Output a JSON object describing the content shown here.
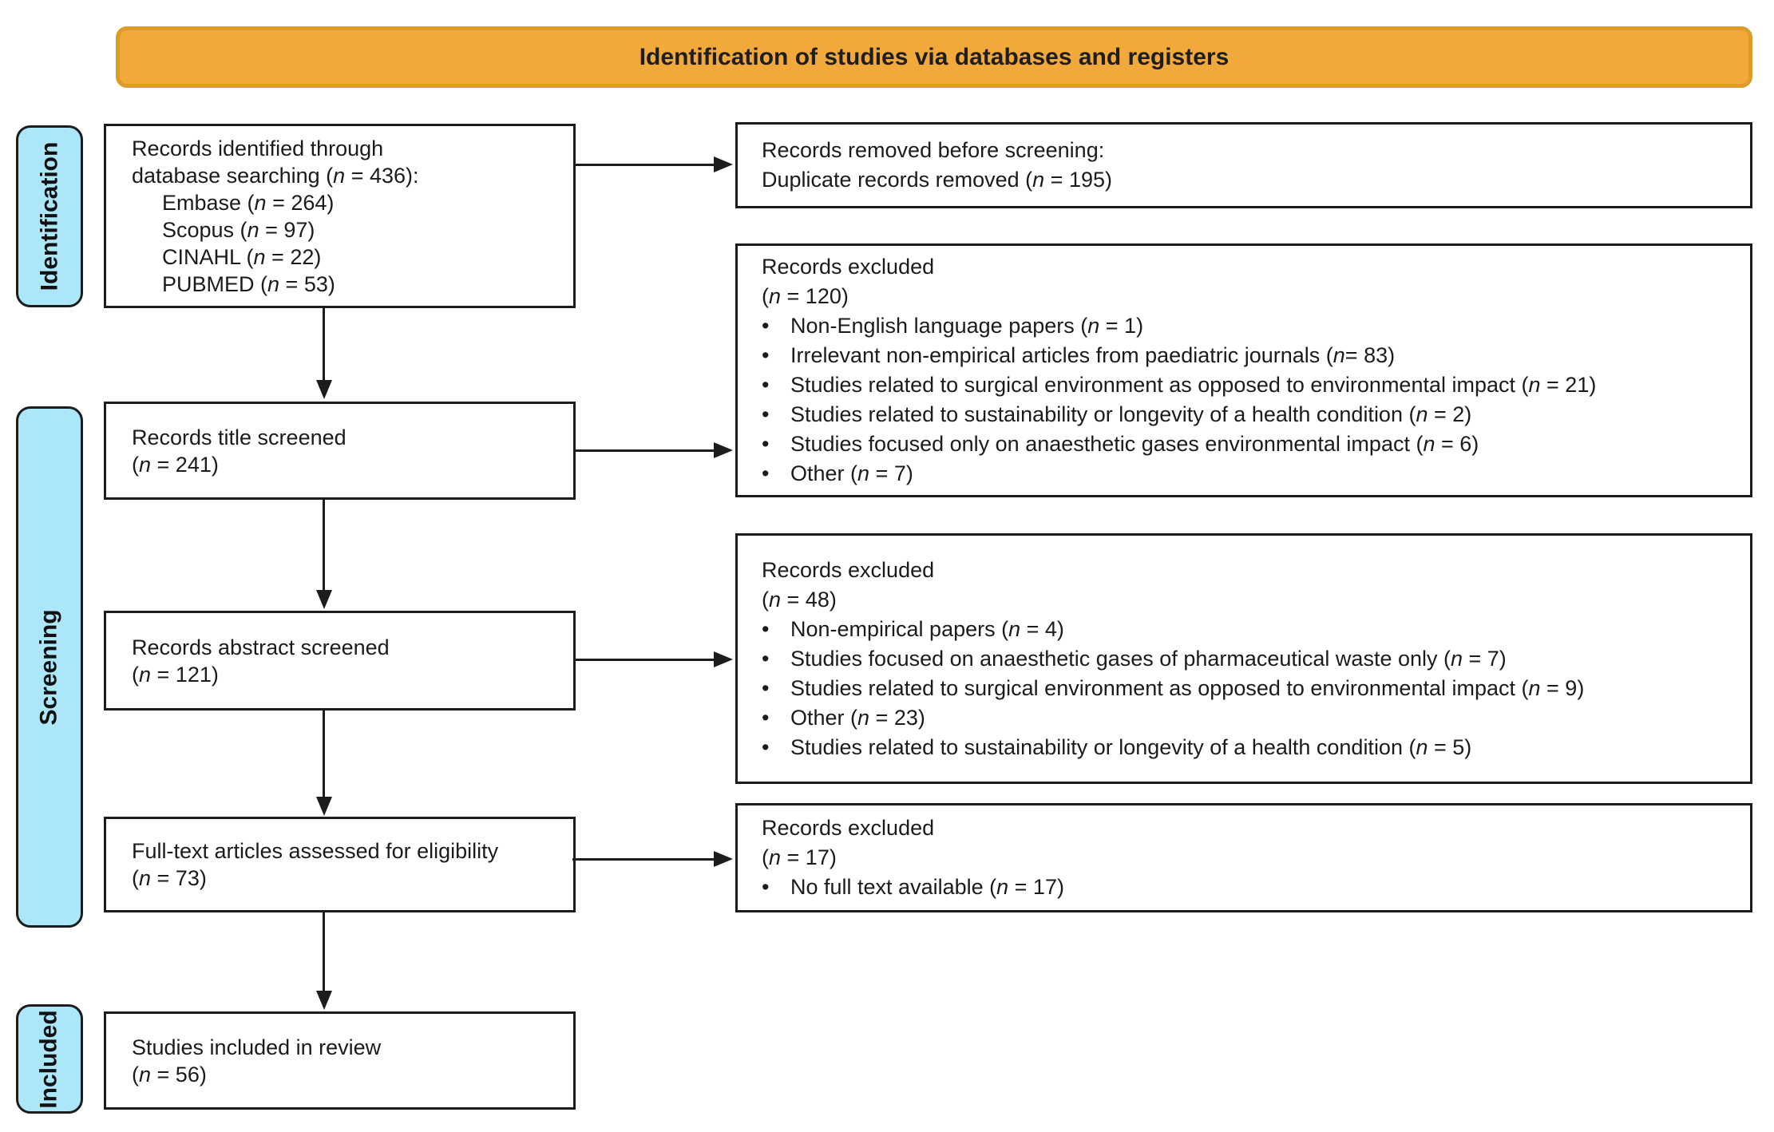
{
  "banner": {
    "label": "Identification of studies via databases and registers"
  },
  "colors": {
    "banner_fill": "#F2A93B",
    "banner_border": "#DD9C28",
    "tab_fill": "#ABE7F8",
    "line": "#1c1c1c"
  },
  "stage_tabs": [
    {
      "id": "identification",
      "label": "Identification"
    },
    {
      "id": "screening",
      "label": "Screening"
    },
    {
      "id": "included",
      "label": "Included"
    }
  ],
  "left_boxes": [
    {
      "id": "records-identified",
      "lines": [
        "Records identified through",
        "database searching (n = 436):"
      ],
      "sublines": [
        "Embase (n = 264)",
        "Scopus (n = 97)",
        "CINAHL (n = 22)",
        "PUBMED (n = 53)"
      ]
    },
    {
      "id": "records-title-screened",
      "lines": [
        "Records title screened",
        "(n = 241)"
      ]
    },
    {
      "id": "records-abstract-screened",
      "lines": [
        "Records abstract screened",
        "(n = 121)"
      ]
    },
    {
      "id": "fulltext-assessed",
      "lines": [
        "Full-text articles assessed for eligibility",
        "(n = 73)"
      ]
    },
    {
      "id": "studies-included",
      "lines": [
        "Studies included in review",
        "(n = 56)"
      ]
    }
  ],
  "right_boxes": [
    {
      "id": "removed-before-screening",
      "lines": [
        "Records removed before screening:",
        "Duplicate records removed (n = 195)"
      ],
      "bullets": []
    },
    {
      "id": "excluded-title",
      "lines": [
        "Records excluded",
        "(n = 120)"
      ],
      "bullets": [
        "Non-English language papers (n = 1)",
        "Irrelevant non-empirical articles from paediatric journals (n= 83)",
        "Studies related to surgical environment as opposed to environmental impact (n = 21)",
        "Studies related to sustainability or longevity of a health condition (n = 2)",
        "Studies focused only on anaesthetic gases environmental impact (n = 6)",
        "Other (n = 7)"
      ]
    },
    {
      "id": "excluded-abstract",
      "lines": [
        "Records excluded",
        "(n = 48)"
      ],
      "bullets": [
        "Non-empirical papers (n = 4)",
        "Studies focused on anaesthetic gases of pharmaceutical waste only (n = 7)",
        "Studies related to surgical environment as opposed to environmental impact (n = 9)",
        "Other (n = 23)",
        "Studies related to sustainability or longevity of a health condition (n = 5)"
      ]
    },
    {
      "id": "excluded-fulltext",
      "lines": [
        "Records excluded",
        "(n = 17)"
      ],
      "bullets": [
        "No full text available (n = 17)"
      ]
    }
  ]
}
